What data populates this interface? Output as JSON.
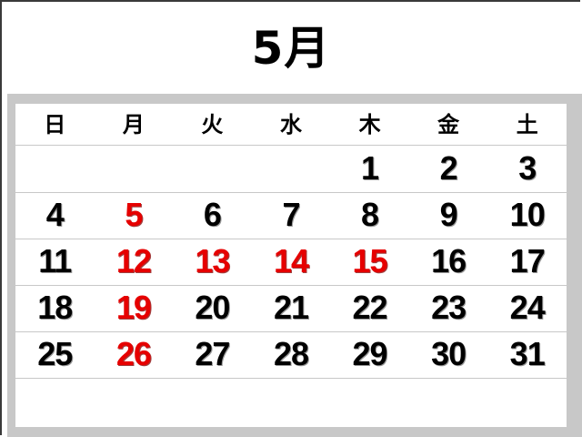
{
  "calendar": {
    "title": "5月",
    "weekdays": [
      "日",
      "月",
      "火",
      "水",
      "木",
      "金",
      "土"
    ],
    "weeks": [
      [
        {
          "day": "",
          "holiday": false
        },
        {
          "day": "",
          "holiday": false
        },
        {
          "day": "",
          "holiday": false
        },
        {
          "day": "",
          "holiday": false
        },
        {
          "day": "1",
          "holiday": false
        },
        {
          "day": "2",
          "holiday": false
        },
        {
          "day": "3",
          "holiday": false
        }
      ],
      [
        {
          "day": "4",
          "holiday": false
        },
        {
          "day": "5",
          "holiday": true
        },
        {
          "day": "6",
          "holiday": false
        },
        {
          "day": "7",
          "holiday": false
        },
        {
          "day": "8",
          "holiday": false
        },
        {
          "day": "9",
          "holiday": false
        },
        {
          "day": "10",
          "holiday": false
        }
      ],
      [
        {
          "day": "11",
          "holiday": false
        },
        {
          "day": "12",
          "holiday": true
        },
        {
          "day": "13",
          "holiday": true
        },
        {
          "day": "14",
          "holiday": true
        },
        {
          "day": "15",
          "holiday": true
        },
        {
          "day": "16",
          "holiday": false
        },
        {
          "day": "17",
          "holiday": false
        }
      ],
      [
        {
          "day": "18",
          "holiday": false
        },
        {
          "day": "19",
          "holiday": true
        },
        {
          "day": "20",
          "holiday": false
        },
        {
          "day": "21",
          "holiday": false
        },
        {
          "day": "22",
          "holiday": false
        },
        {
          "day": "23",
          "holiday": false
        },
        {
          "day": "24",
          "holiday": false
        }
      ],
      [
        {
          "day": "25",
          "holiday": false
        },
        {
          "day": "26",
          "holiday": true
        },
        {
          "day": "27",
          "holiday": false
        },
        {
          "day": "28",
          "holiday": false
        },
        {
          "day": "29",
          "holiday": false
        },
        {
          "day": "30",
          "holiday": false
        },
        {
          "day": "31",
          "holiday": false
        }
      ]
    ],
    "colors": {
      "normal_day": "#000000",
      "highlight_day": "#e60000",
      "panel_border": "#c8c8c8"
    }
  }
}
